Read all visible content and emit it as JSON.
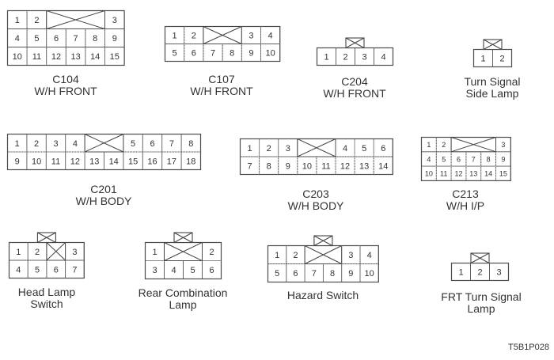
{
  "diagram_code": "T5B1P028",
  "connectors": [
    {
      "id": "C104",
      "title": "C104",
      "subtitle": "W/H FRONT",
      "latch": false,
      "rows": [
        [
          "1",
          "2",
          {
            "x": 3
          },
          "3"
        ],
        [
          "4",
          "5",
          "6",
          "7",
          "8",
          "9"
        ],
        [
          "10",
          "11",
          "12",
          "13",
          "14",
          "15"
        ]
      ]
    },
    {
      "id": "C107",
      "title": "C107",
      "subtitle": "W/H FRONT",
      "latch": false,
      "rows": [
        [
          "1",
          "2",
          {
            "x": 2
          },
          "3",
          "4"
        ],
        [
          "5",
          "6",
          "7",
          "8",
          "9",
          "10"
        ]
      ]
    },
    {
      "id": "C204",
      "title": "C204",
      "subtitle": "W/H FRONT",
      "latch": true,
      "rows": [
        [
          "1",
          "2",
          "3",
          "4"
        ]
      ]
    },
    {
      "id": "turn-signal-side-lamp",
      "title": "Turn Signal",
      "subtitle": "Side Lamp",
      "latch": true,
      "rows": [
        [
          "1",
          "2"
        ]
      ]
    },
    {
      "id": "C201",
      "title": "C201",
      "subtitle": "W/H BODY",
      "latch": false,
      "rows": [
        [
          "1",
          "2",
          "3",
          "4",
          {
            "x": 2
          },
          "5",
          "6",
          "7",
          "8"
        ],
        [
          "9",
          "10",
          "11",
          "12",
          "13",
          "14",
          "15",
          "16",
          "17",
          "18"
        ]
      ]
    },
    {
      "id": "C203",
      "title": "C203",
      "subtitle": "W/H BODY",
      "latch": false,
      "rows": [
        [
          "1",
          "2",
          "3",
          {
            "x": 2
          },
          "4",
          "5",
          "6"
        ],
        [
          "7",
          "8",
          "9",
          "10",
          "11",
          "12",
          "13",
          "14"
        ]
      ]
    },
    {
      "id": "C213",
      "title": "C213",
      "subtitle": "W/H I/P",
      "latch": false,
      "rows": [
        [
          "1",
          "2",
          {
            "x": 3
          },
          "3"
        ],
        [
          "4",
          "5",
          "6",
          "7",
          "8",
          "9"
        ],
        [
          "10",
          "11",
          "12",
          "13",
          "14",
          "15"
        ]
      ]
    },
    {
      "id": "head-lamp-switch",
      "title": "Head Lamp",
      "subtitle": "Switch",
      "latch": true,
      "rows": [
        [
          "1",
          "2",
          {
            "x": 1
          },
          "3"
        ],
        [
          "4",
          "5",
          "6",
          "7"
        ]
      ]
    },
    {
      "id": "rear-combination-lamp",
      "title": "Rear Combination",
      "subtitle": "Lamp",
      "latch": true,
      "rows": [
        [
          "1",
          {
            "x": 2
          },
          "2"
        ],
        [
          "3",
          "4",
          "5",
          "6"
        ]
      ]
    },
    {
      "id": "hazard-switch",
      "title": "Hazard Switch",
      "subtitle": "",
      "latch": true,
      "rows": [
        [
          "1",
          "2",
          {
            "x": 2
          },
          "3",
          "4"
        ],
        [
          "5",
          "6",
          "7",
          "8",
          "9",
          "10"
        ]
      ]
    },
    {
      "id": "frt-turn-signal-lamp",
      "title": "FRT Turn Signal",
      "subtitle": "Lamp",
      "latch": true,
      "rows": [
        [
          "1",
          "2",
          "3"
        ]
      ]
    }
  ]
}
